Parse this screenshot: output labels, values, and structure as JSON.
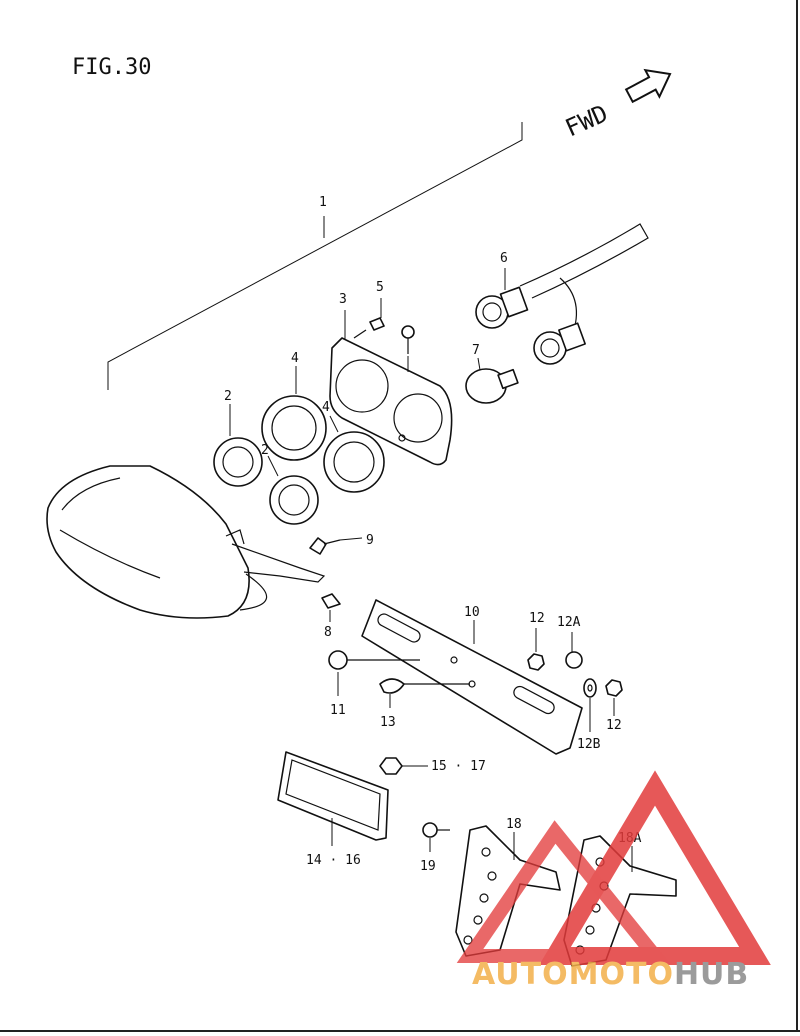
{
  "figure_title": "FIG.30",
  "direction_label": "FWD",
  "callouts": {
    "c1": "1",
    "c2a": "2",
    "c2b": "2",
    "c3": "3",
    "c4a": "4",
    "c4b": "4",
    "c5": "5",
    "c6": "6",
    "c7": "7",
    "c8": "8",
    "c9": "9",
    "c10": "10",
    "c11": "11",
    "c12": "12",
    "c12a": "12A",
    "c12b": "12B",
    "c12c": "12",
    "c13": "13",
    "c14": "14 · 16",
    "c15": "15 · 17",
    "c18": "18",
    "c18a": "18A",
    "c19": "19"
  },
  "watermark": {
    "text_part1": "AUTO",
    "text_part2": "MOTO",
    "text_part3": "HUB",
    "color_red": "#e23b3b",
    "color_orange": "#f3b04a",
    "color_gray": "#8a8a8a"
  }
}
